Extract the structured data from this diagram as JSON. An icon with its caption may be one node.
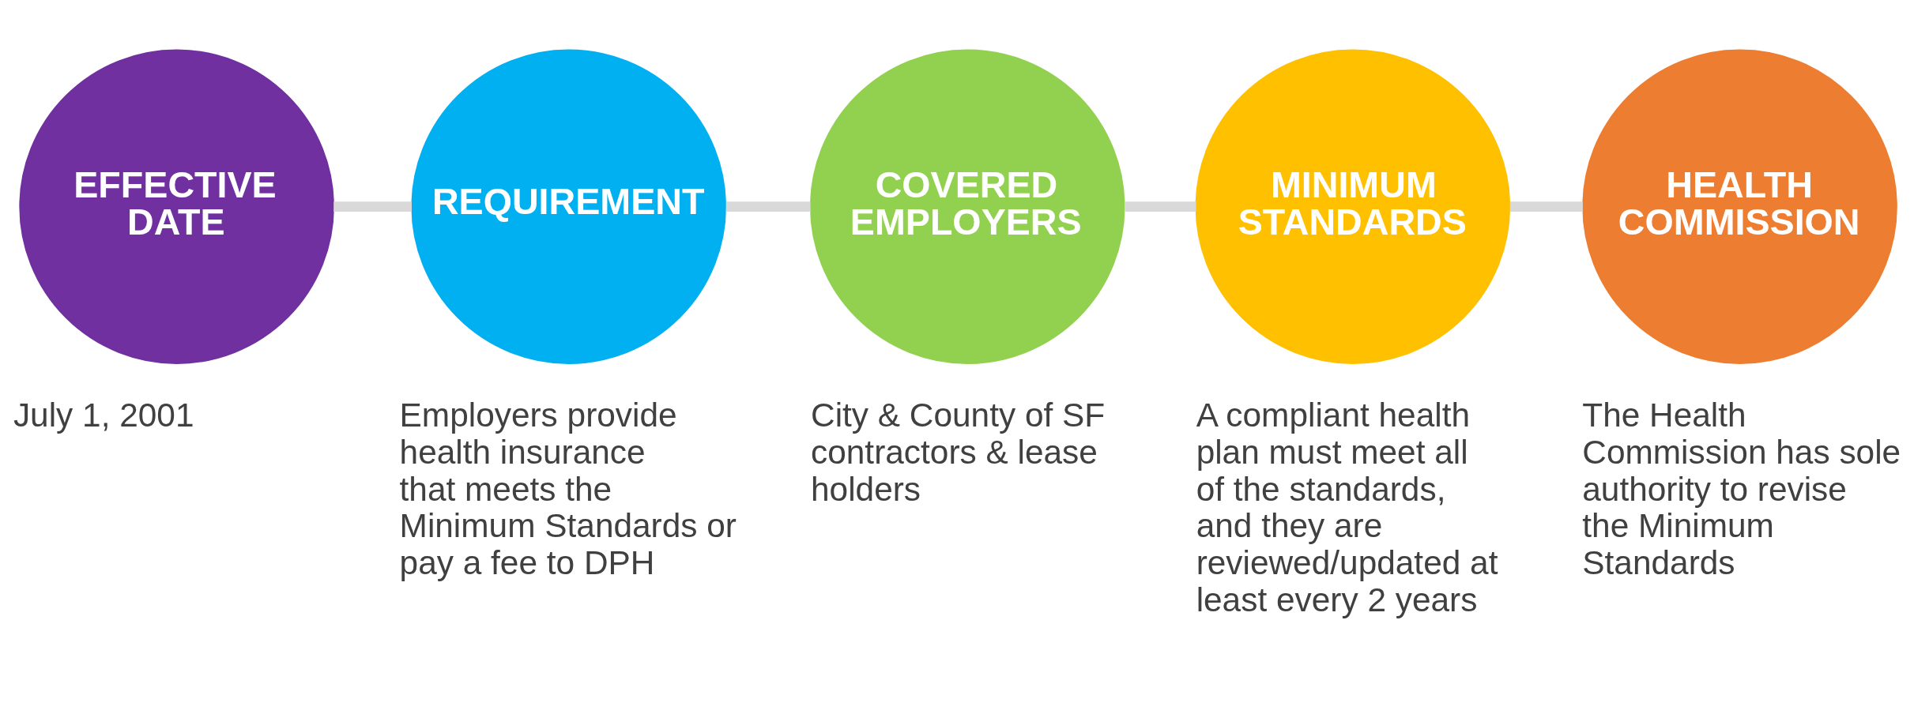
{
  "diagram": {
    "nodes": [
      {
        "text": [
          "EFFECTIVE DATE"
        ],
        "beside": [
          "July 1, 2001"
        ]
      },
      {
        "text": [
          "REQUIREMENT"
        ],
        "beside": [
          "Employers provide health insurance that meets the Minimum Standards or pay a fee to DPH"
        ]
      },
      {
        "text": [
          "COVERED EMPLOYERS"
        ],
        "beside": [
          "City & County of SF contractors & lease holders"
        ]
      },
      {
        "text": [
          "MINIMUM STANDARDS"
        ],
        "beside": [
          "A compliant health plan must meet all of the standards, and they are reviewed/updated at least every 2 years"
        ]
      },
      {
        "text": [
          "HEALTH COMMISSION"
        ],
        "beside": [
          "The Health Commission has sole authority to revise the Minimum Standards"
        ]
      }
    ],
    "edges": [
      {
        "from": 0,
        "to": 1,
        "arrow": "none"
      },
      {
        "from": 1,
        "to": 2,
        "arrow": "none"
      },
      {
        "from": 2,
        "to": 3,
        "arrow": "none"
      },
      {
        "from": 3,
        "to": 4,
        "arrow": "none"
      }
    ]
  }
}
